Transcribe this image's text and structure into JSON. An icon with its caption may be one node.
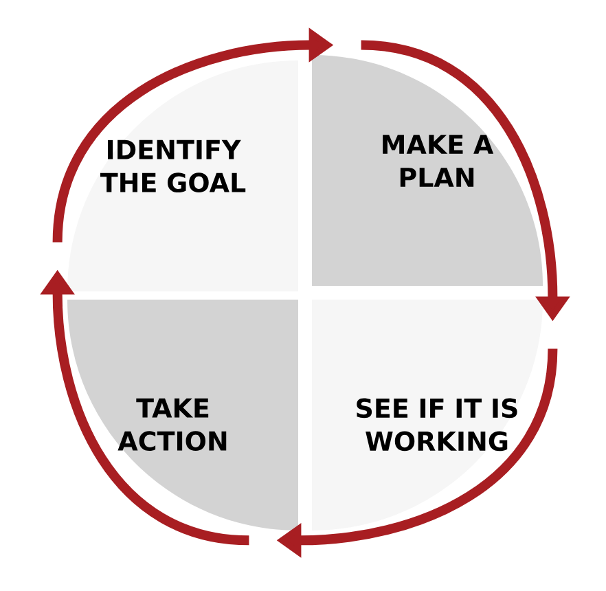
{
  "diagram": {
    "nodes": [
      {
        "text": [
          "IDENTIFY THE GOAL"
        ]
      },
      {
        "text": [
          "MAKE A PLAN"
        ]
      },
      {
        "text": [
          "SEE IF IT IS WORKING"
        ]
      },
      {
        "text": [
          "TAKE ACTION"
        ]
      }
    ],
    "edges": [
      {
        "from": 0,
        "to": 1,
        "arrow": "to"
      },
      {
        "from": 1,
        "to": 2,
        "arrow": "to"
      },
      {
        "from": 2,
        "to": 3,
        "arrow": "to"
      },
      {
        "from": 3,
        "to": 0,
        "arrow": "to"
      }
    ]
  }
}
